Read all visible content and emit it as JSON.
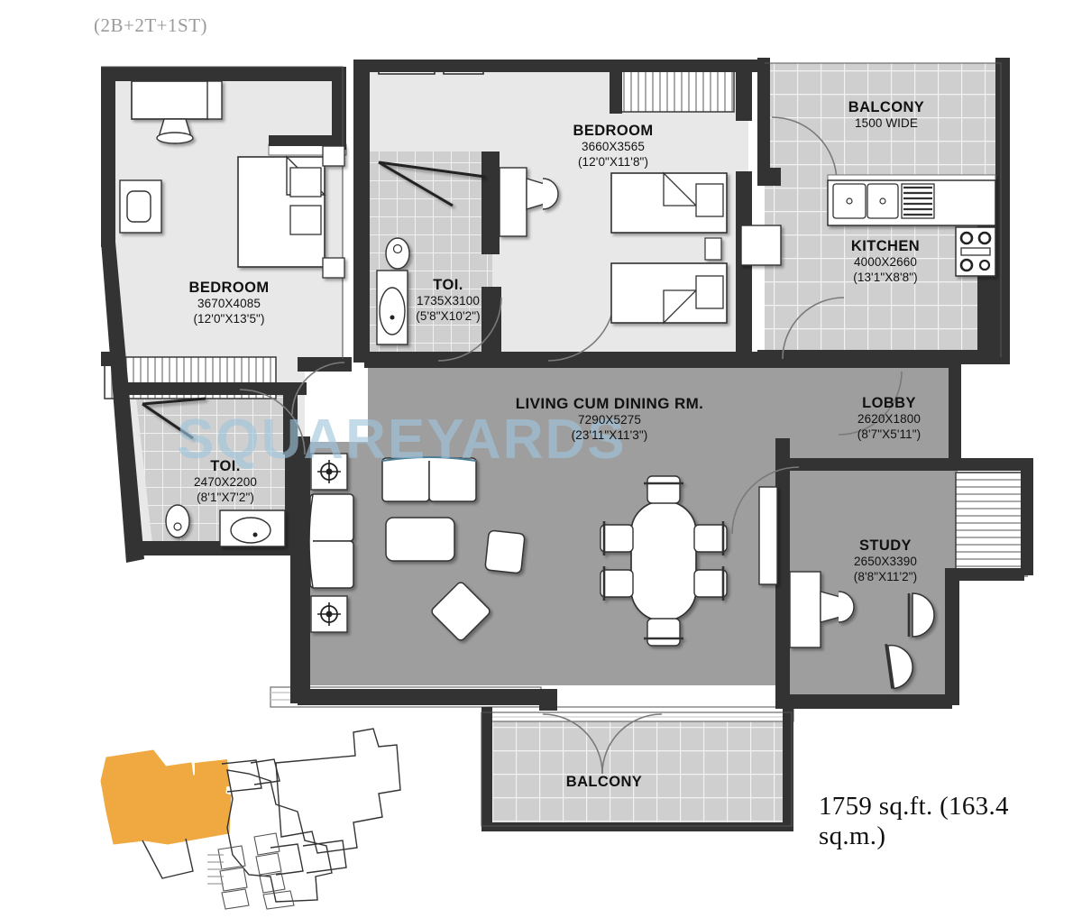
{
  "plan": {
    "header": "(2B+2T+1ST)",
    "area_text": "1759 sq.ft. (163.4 sq.m.)",
    "watermark": "SQUAREYARDS",
    "colors": {
      "wall": "#333333",
      "room_fill": "#e8e8e8",
      "living_fill": "#9e9e9e",
      "tile_fill": "#cfcfcf",
      "key_highlight": "#f0a840",
      "watermark": "#9fc6dd",
      "header_text": "#9b9b9b"
    },
    "rooms": [
      {
        "id": "bedroom-1",
        "name": "BEDROOM",
        "dim_mm": "3670X4085",
        "dim_ft": "(12'0\"X13'5\")"
      },
      {
        "id": "bedroom-2",
        "name": "BEDROOM",
        "dim_mm": "3660X3565",
        "dim_ft": "(12'0\"X11'8\")"
      },
      {
        "id": "toilet-1",
        "name": "TOI.",
        "dim_mm": "1735X3100",
        "dim_ft": "(5'8\"X10'2\")"
      },
      {
        "id": "toilet-2",
        "name": "TOI.",
        "dim_mm": "2470X2200",
        "dim_ft": "(8'1\"X7'2\")"
      },
      {
        "id": "balcony-kitchen",
        "name": "BALCONY",
        "dim_mm": "1500 WIDE",
        "dim_ft": ""
      },
      {
        "id": "kitchen",
        "name": "KITCHEN",
        "dim_mm": "4000X2660",
        "dim_ft": "(13'1\"X8'8\")"
      },
      {
        "id": "living-dining",
        "name": "LIVING CUM DINING RM.",
        "dim_mm": "7290X5275",
        "dim_ft": "(23'11\"X11'3\")"
      },
      {
        "id": "lobby",
        "name": "LOBBY",
        "dim_mm": "2620X1800",
        "dim_ft": "(8'7\"X5'11\")"
      },
      {
        "id": "study",
        "name": "STUDY",
        "dim_mm": "2650X3390",
        "dim_ft": "(8'8\"X11'2\")"
      },
      {
        "id": "balcony-living",
        "name": "BALCONY",
        "dim_mm": "",
        "dim_ft": ""
      }
    ]
  }
}
